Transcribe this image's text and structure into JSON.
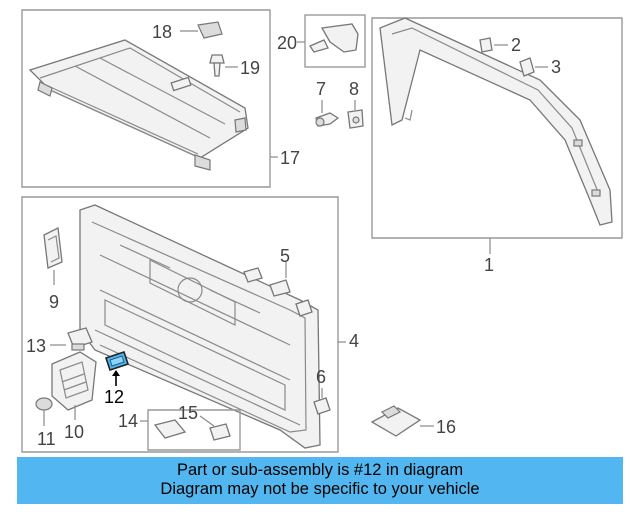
{
  "callouts": {
    "c1": "1",
    "c2": "2",
    "c3": "3",
    "c4": "4",
    "c5": "5",
    "c6": "6",
    "c7": "7",
    "c8": "8",
    "c9": "9",
    "c10": "10",
    "c11": "11",
    "c12": "12",
    "c13": "13",
    "c14": "14",
    "c15": "15",
    "c16": "16",
    "c17": "17",
    "c18": "18",
    "c19": "19",
    "c20": "20"
  },
  "highlight": {
    "part": "12",
    "color": "#52b7f0"
  },
  "banner": {
    "line1": "Part or sub-assembly is #12 in diagram",
    "line2": "Diagram may not be specific to your vehicle",
    "color": "#52b7f0"
  }
}
